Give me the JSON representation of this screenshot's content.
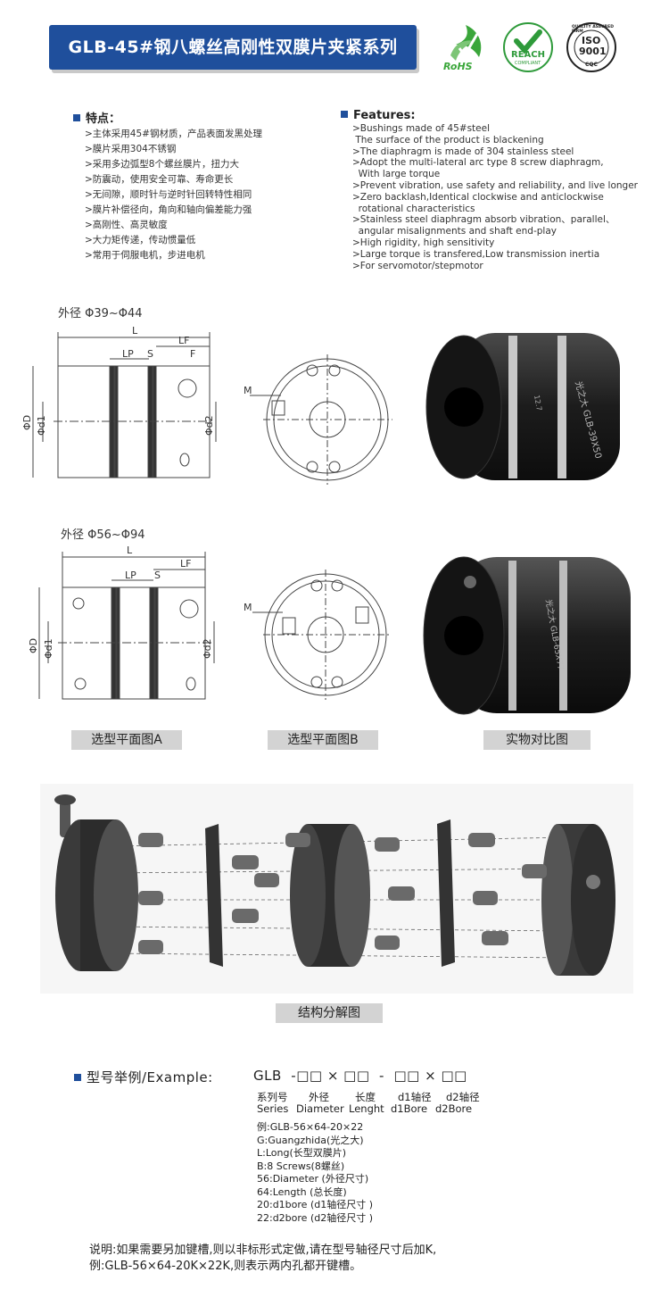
{
  "header": {
    "title": "GLB-45#钢八螺丝高刚性双膜片夹紧系列"
  },
  "logos": {
    "rohs": "RoHS",
    "reach": "REACH",
    "reach_sub": "COMPLIANT",
    "iso": "ISO",
    "iso_num": "9001",
    "iso_ring": "QUALITY ASSURED FIRM",
    "cqc": "CQC"
  },
  "features_cn": {
    "heading": "特点：",
    "items": [
      ">主体采用45#钢材质，产品表面发黑处理",
      ">膜片采用304不锈钢",
      ">采用多边弧型8个螺丝膜片，扭力大",
      ">防震动，使用安全可靠、寿命更长",
      ">无间隙，顺时针与逆时针回转特性相同",
      ">膜片补偿径向，角向和轴向偏差能力强",
      ">高刚性、高灵敏度",
      ">大力矩传递，传动惯量低",
      ">常用于伺服电机，步进电机"
    ]
  },
  "features_en": {
    "heading": "Features:",
    "text": ">Bushings made of 45#steel\n The surface of the product is blackening\n>The diaphragm is made of 304 stainless steel\n>Adopt the multi-lateral arc type 8 screw diaphragm,\n  With large torque\n>Prevent vibration, use safety and reliability, and live longer\n>Zero backlash,Identical clockwise and anticlockwise\n  rotational characteristics\n>Stainless steel diaphragm absorb vibration、parallel、\n  angular misalignments and shaft end-play\n>High rigidity, high sensitivity\n>Large torque is transfered,Low transmission inertia\n>For servomotor/stepmotor"
  },
  "drawings": {
    "range1": "外径 Φ39~Φ44",
    "range2": "外径 Φ56~Φ94",
    "dims": {
      "L": "L",
      "LP": "LP",
      "S": "S",
      "LF": "LF",
      "F": "F",
      "D": "ΦD",
      "d1": "Φd1",
      "d2": "Φd2",
      "M": "M"
    },
    "product1_engrave": "光之大 GLB-39X50",
    "product1_size": "12.7",
    "product2_engrave": "光之大 GLB-65X77"
  },
  "captions": {
    "a": "选型平面图A",
    "b": "选型平面图B",
    "c": "实物对比图",
    "exploded": "结构分解图"
  },
  "example": {
    "heading": "型号举例/Example:",
    "code": "GLB  -□□ × □□  -  □□ × □□",
    "cols_cn": [
      "系列号",
      "外径",
      "长度",
      "d1轴径",
      "d2轴径"
    ],
    "cols_en": [
      "Series",
      "Diameter",
      "Lenght",
      "d1Bore",
      "d2Bore"
    ],
    "lines": [
      "例:GLB-56×64-20×22",
      "G:Guangzhida(光之大)",
      "L:Long(长型双膜片)",
      "B:8 Screws(8螺丝)",
      "56:Diameter (外径尺寸)",
      "64:Length (总长度)",
      "20:d1bore (d1轴径尺寸 )",
      "22:d2bore (d2轴径尺寸 )"
    ]
  },
  "note": {
    "line1": "说明:如果需要另加键槽,则以非标形式定做,请在型号轴径尺寸后加K,",
    "line2": "例:GLB-56×64-20K×22K,则表示两内孔都开键槽。"
  },
  "colors": {
    "banner": "#1f4f9c",
    "rohs_green": "#3aa63a",
    "reach_green": "#2e9a3a",
    "caption_bg": "#d3d3d3"
  }
}
